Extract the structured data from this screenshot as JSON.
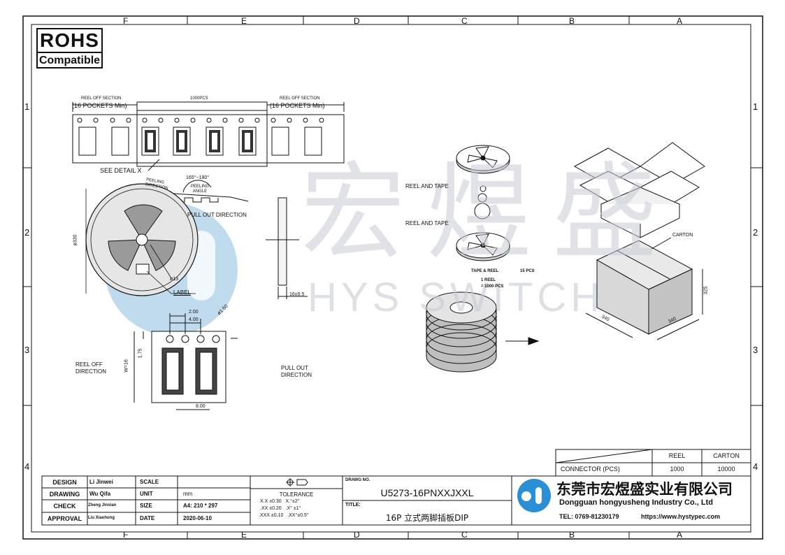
{
  "rohs": {
    "title": "ROHS",
    "subtitle": "Compatible"
  },
  "grid": {
    "top_letters": [
      "F",
      "E",
      "D",
      "C",
      "B",
      "A"
    ],
    "bottom_letters": [
      "F",
      "E",
      "D",
      "C",
      "B",
      "A"
    ],
    "side_numbers": [
      "1",
      "2",
      "3",
      "4"
    ]
  },
  "watermark": {
    "chinese": "宏煜盛",
    "english": "HYS SWITCH"
  },
  "tape": {
    "left_section": "REEL OFF SECTION",
    "left_pockets": "(16 POCKETS Min)",
    "middle": "1000PCS",
    "right_section": "REEL OFF SECTION",
    "right_pockets": "(16 POCKETS Min)",
    "see_detail": "SEE DETAIL X",
    "peeling_direction": "PEELING DIRECTION",
    "peeling_angle": "PEELING ANGLE",
    "angle_value": "165°~180°",
    "pull_out": "PULL OUT DIRECTION"
  },
  "reel": {
    "diameter": "ø330",
    "hub": "ø13",
    "label": "LABEL",
    "width_dim": "16±0.5"
  },
  "detail": {
    "pitch_small": "2.00",
    "pitch_4": "4.00",
    "hole": "ø1.50",
    "edge": "1.75",
    "width": "W=16",
    "pitch_8": "8.00",
    "reel_off": "REEL OFF DIRECTION",
    "pull_out": "PULL OUT DIRECTION"
  },
  "packaging": {
    "reel_and_tape_1": "REEL AND TAPE",
    "reel_and_tape_2": "REEL AND TAPE",
    "tape_reel_count": "TAPE & REEL",
    "pcs": "15 PCS",
    "one_reel": "1 REEL",
    "one_reel_qty": "= 1000 PCS",
    "carton": "CARTON",
    "dim_340a": "340",
    "dim_340b": "340",
    "dim_325": "325"
  },
  "qty_table": {
    "headers": [
      "REEL",
      "CARTON"
    ],
    "row_label": "CONNECTOR (PCS)",
    "values": [
      "1000",
      "10000"
    ]
  },
  "title_block": {
    "rows": [
      {
        "label": "DESIGN",
        "name": "Li Jinwei",
        "key": "SCALE",
        "value": ""
      },
      {
        "label": "DRAWING",
        "name": "Wu Qifa",
        "key": "UNIT",
        "value": "mm"
      },
      {
        "label": "CHECK",
        "name": "Zheng Jinxian",
        "key": "SIZE",
        "value": "A4: 210 * 297"
      },
      {
        "label": "APPROVAL",
        "name": "Liu Xiaohong",
        "key": "DATE",
        "value": "2020-06-10"
      }
    ],
    "tolerance_title": "TOLERANCE",
    "tolerance_lines": [
      "X.X ±0.30   X.°±2°",
      ".XX ±0.20   .X° ±1°",
      ".XXX ±0.10   .XX°±0.5°"
    ],
    "drawing_no_label": "DRAWG NO.",
    "drawing_no": "U5273-16PNXXJXXL",
    "title_label": "TITLE:",
    "title": "16P 立式两脚插板DIP",
    "company_cn": "东莞市宏煜盛实业有限公司",
    "company_en": "Dongguan hongyusheng Industry Co., Ltd",
    "tel": "TEL: 0769-81230179",
    "website": "https://www.hystypec.com"
  },
  "colors": {
    "line": "#111111",
    "watermark": "#c7ccd4",
    "logo_blue": "#2a8fd6",
    "reel_gray": "#bfbfbf"
  }
}
